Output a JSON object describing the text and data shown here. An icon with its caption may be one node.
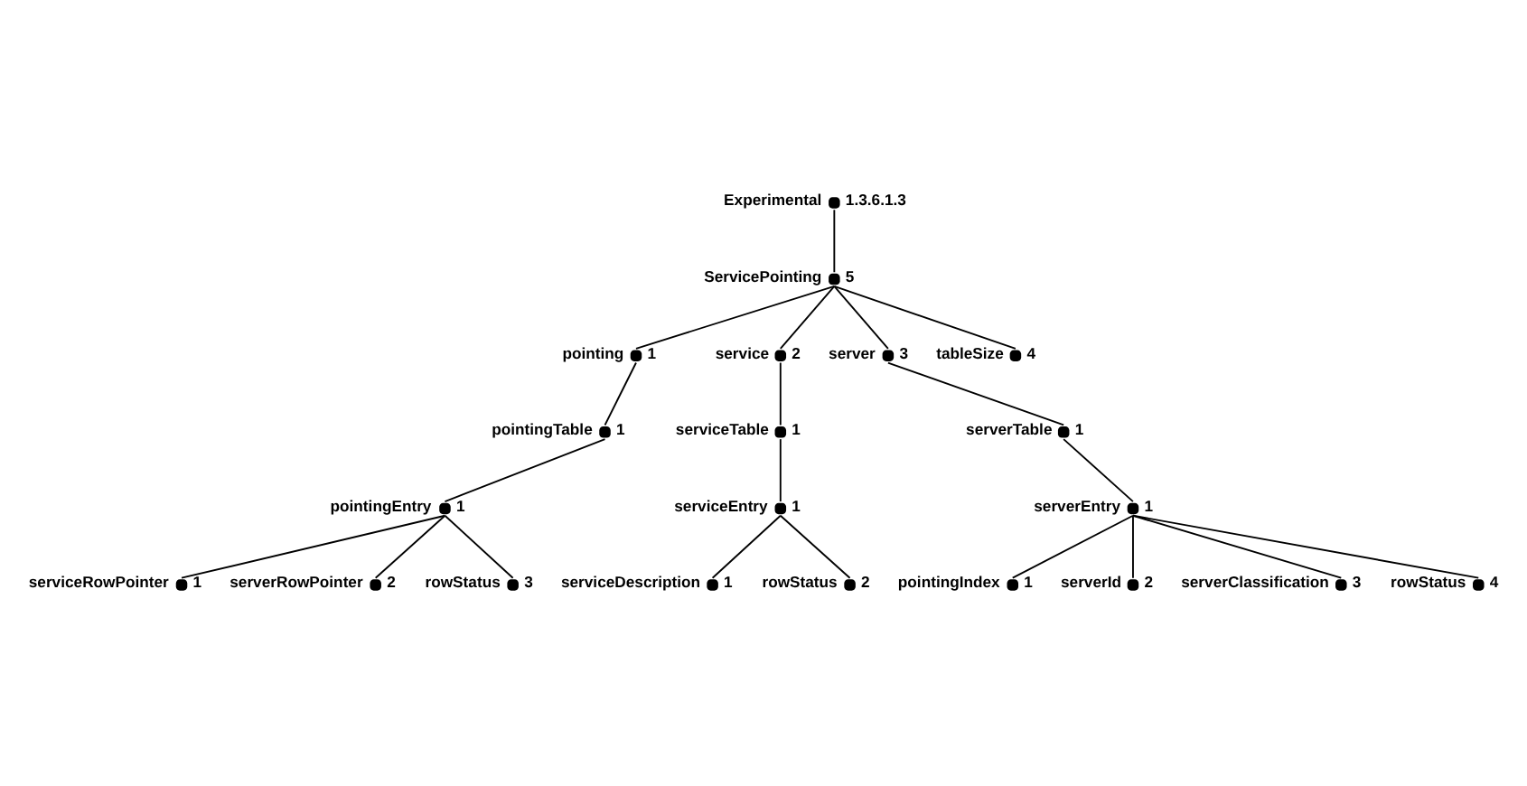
{
  "diagram": {
    "nodes": [
      {
        "text": [
          "Experimental"
        ],
        "beside": [
          "1.3.6.1.3"
        ]
      },
      {
        "text": [
          "ServicePointing"
        ],
        "beside": [
          "5"
        ]
      },
      {
        "text": [
          "pointing"
        ],
        "beside": [
          "1"
        ]
      },
      {
        "text": [
          "service"
        ],
        "beside": [
          "2"
        ]
      },
      {
        "text": [
          "server"
        ],
        "beside": [
          "3"
        ]
      },
      {
        "text": [
          "tableSize"
        ],
        "beside": [
          "4"
        ]
      },
      {
        "text": [
          "pointingTable"
        ],
        "beside": [
          "1"
        ]
      },
      {
        "text": [
          "pointingEntry"
        ],
        "beside": [
          "1"
        ]
      },
      {
        "text": [
          "serviceRowPointer"
        ],
        "beside": [
          "1"
        ]
      },
      {
        "text": [
          "serverRowPointer"
        ],
        "beside": [
          "2"
        ]
      },
      {
        "text": [
          "rowStatus"
        ],
        "beside": [
          "3"
        ]
      },
      {
        "text": [
          "serviceTable"
        ],
        "beside": [
          "1"
        ]
      },
      {
        "text": [
          "serviceEntry"
        ],
        "beside": [
          "1"
        ]
      },
      {
        "text": [
          "serviceDescription"
        ],
        "beside": [
          "1"
        ]
      },
      {
        "text": [
          "rowStatus"
        ],
        "beside": [
          "2"
        ]
      },
      {
        "text": [
          "serverTable"
        ],
        "beside": [
          "1"
        ]
      },
      {
        "text": [
          "serverEntry"
        ],
        "beside": [
          "1"
        ]
      },
      {
        "text": [
          "pointingIndex"
        ],
        "beside": [
          "1"
        ]
      },
      {
        "text": [
          "serverId"
        ],
        "beside": [
          "2"
        ]
      },
      {
        "text": [
          "serverClassification"
        ],
        "beside": [
          "3"
        ]
      },
      {
        "text": [
          "rowStatus"
        ],
        "beside": [
          "4"
        ]
      }
    ],
    "edges": [
      {
        "from": 0,
        "to": 1,
        "arrow": "none"
      },
      {
        "from": 1,
        "to": 2,
        "arrow": "none"
      },
      {
        "from": 1,
        "to": 3,
        "arrow": "none"
      },
      {
        "from": 1,
        "to": 4,
        "arrow": "none"
      },
      {
        "from": 1,
        "to": 5,
        "arrow": "none"
      },
      {
        "from": 2,
        "to": 6,
        "arrow": "none"
      },
      {
        "from": 6,
        "to": 7,
        "arrow": "none"
      },
      {
        "from": 7,
        "to": 8,
        "arrow": "none"
      },
      {
        "from": 7,
        "to": 9,
        "arrow": "none"
      },
      {
        "from": 7,
        "to": 10,
        "arrow": "none"
      },
      {
        "from": 3,
        "to": 11,
        "arrow": "none"
      },
      {
        "from": 11,
        "to": 12,
        "arrow": "none"
      },
      {
        "from": 12,
        "to": 13,
        "arrow": "none"
      },
      {
        "from": 12,
        "to": 14,
        "arrow": "none"
      },
      {
        "from": 4,
        "to": 15,
        "arrow": "none"
      },
      {
        "from": 15,
        "to": 16,
        "arrow": "none"
      },
      {
        "from": 16,
        "to": 17,
        "arrow": "none"
      },
      {
        "from": 16,
        "to": 18,
        "arrow": "none"
      },
      {
        "from": 16,
        "to": 19,
        "arrow": "none"
      },
      {
        "from": 16,
        "to": 20,
        "arrow": "none"
      }
    ]
  }
}
